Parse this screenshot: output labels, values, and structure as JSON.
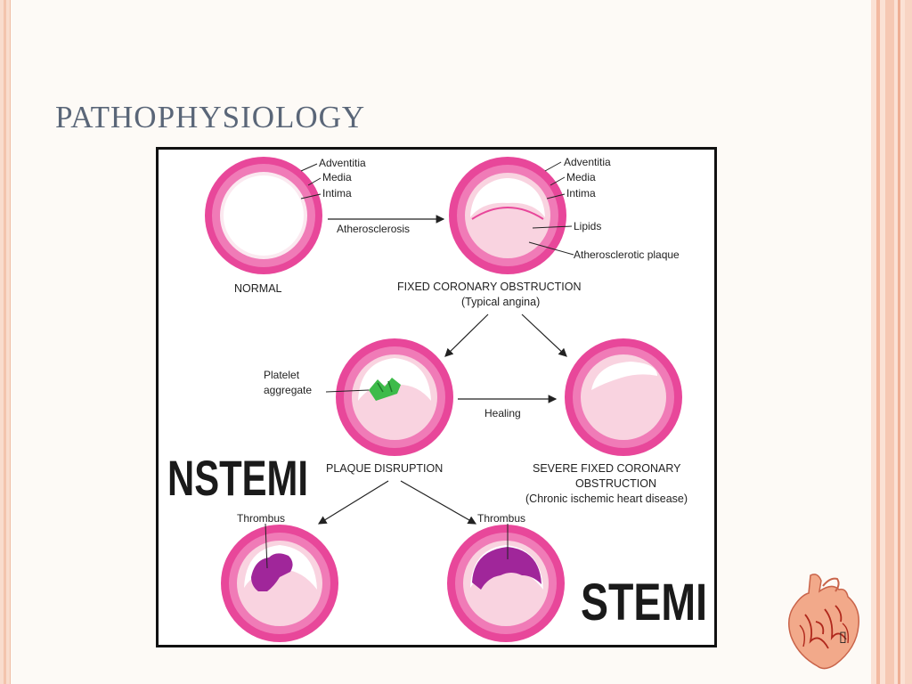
{
  "slide": {
    "title": "PATHOPHYSIOLOGY",
    "page_glyph": "▯"
  },
  "figure": {
    "layers": {
      "adventitia": "Adventitia",
      "media": "Media",
      "intima": "Intima",
      "lipids": "Lipids",
      "plaque": "Atherosclerotic plaque"
    },
    "arrows": {
      "atherosclerosis": "Atherosclerosis",
      "healing": "Healing"
    },
    "captions": {
      "normal": "NORMAL",
      "fixed_line1": "FIXED CORONARY OBSTRUCTION",
      "fixed_line2": "(Typical angina)",
      "platelet_line1": "Platelet",
      "platelet_line2": "aggregate",
      "disruption": "PLAQUE DISRUPTION",
      "severe_line1": "SEVERE FIXED CORONARY",
      "severe_line2": "OBSTRUCTION",
      "severe_line3": "(Chronic ischemic heart disease)",
      "thrombus_left": "Thrombus",
      "thrombus_right": "Thrombus"
    },
    "badges": {
      "nstemi": "NSTEMI",
      "stemi": "STEMI"
    }
  },
  "colors": {
    "vessel_outer": "#e8479a",
    "vessel_media": "#f07bb7",
    "plaque": "#f9d3e0",
    "thrombus": "#a0269a",
    "platelet": "#3dbb4a"
  }
}
